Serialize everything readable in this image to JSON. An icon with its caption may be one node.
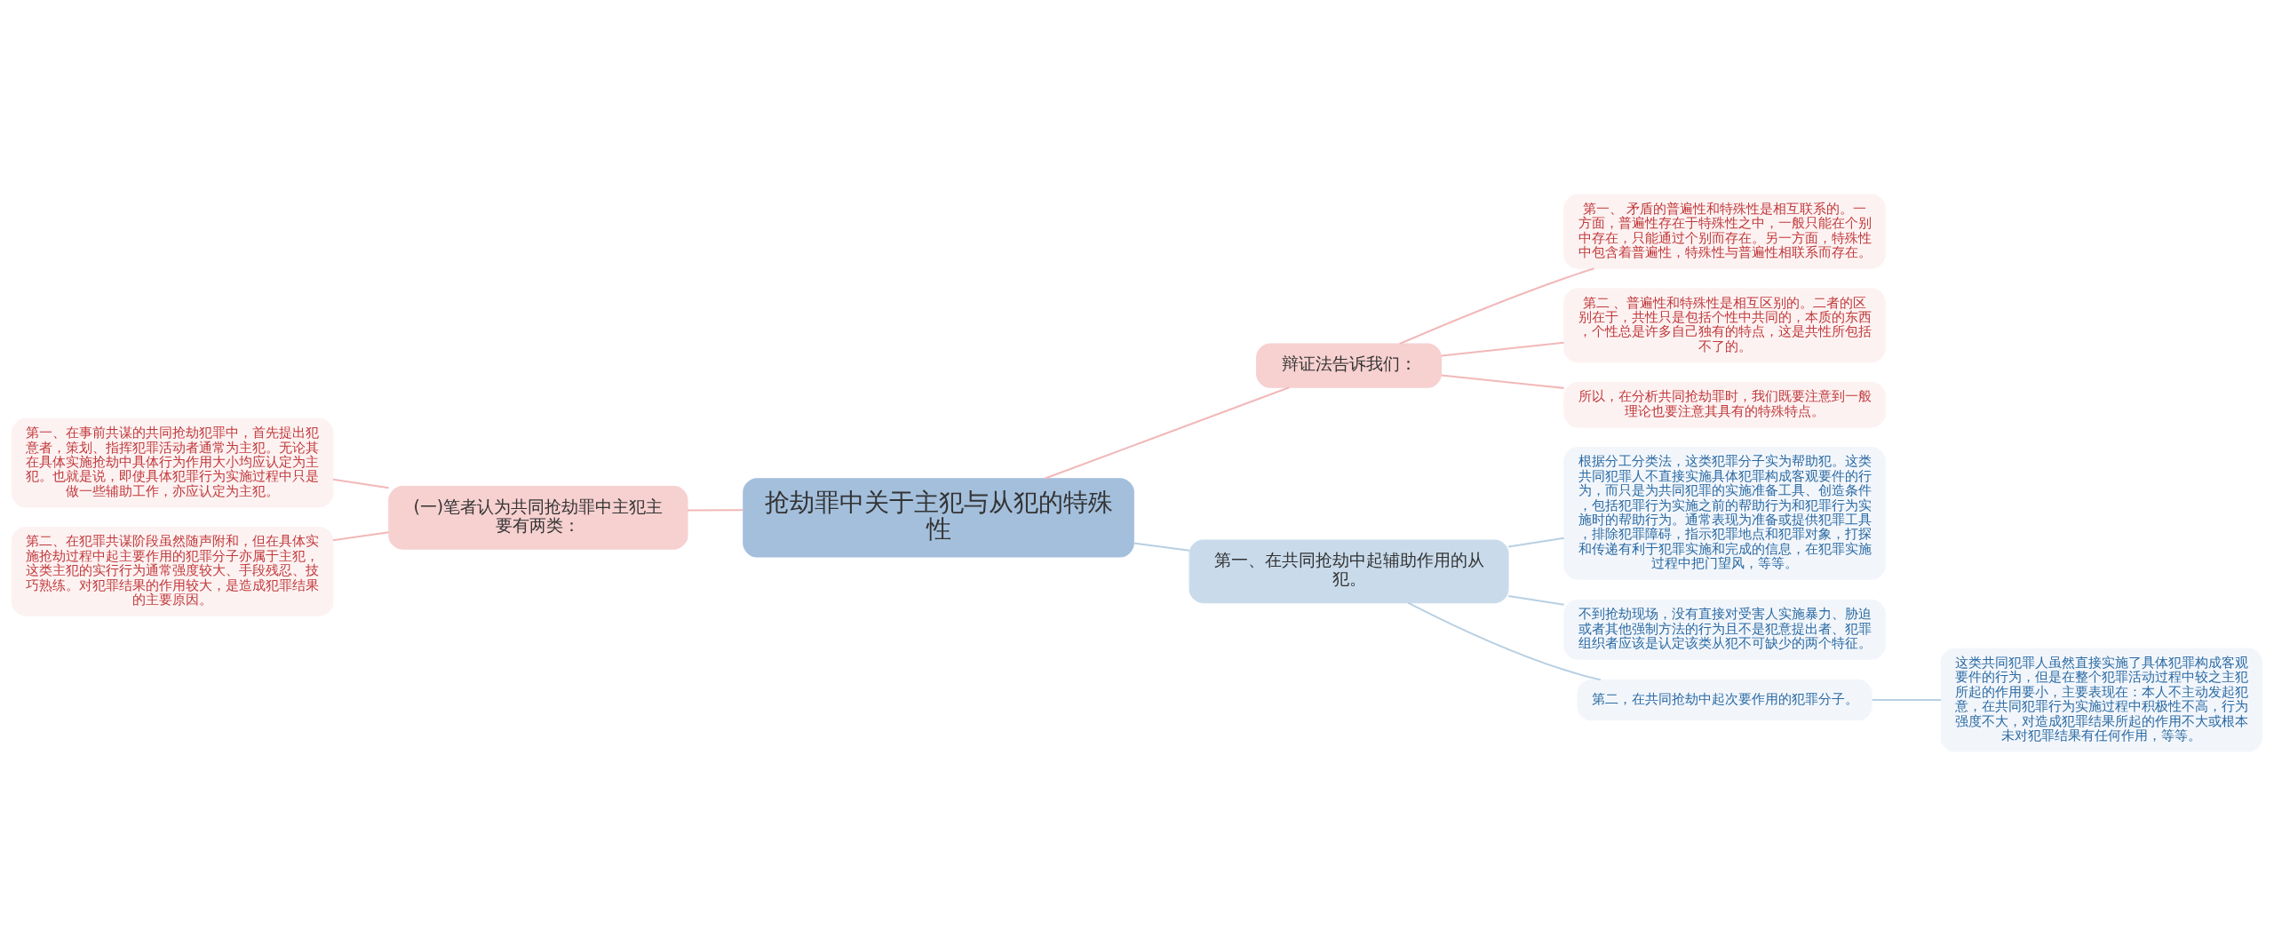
{
  "diagram": {
    "nodes": [
      {
        "text": [
          "抢劫罪中关于主犯与从犯的特殊性"
        ]
      },
      {
        "text": [
          "(一)笔者认为共同抢劫罪中主犯主要有两类："
        ]
      },
      {
        "text": [
          "第一、在事前共谋的共同抢劫犯罪中，首先提出犯意者，策划、指挥犯罪活动者通常为主犯。无论其在具体实施抢劫中具体行为作用大小均应认定为主犯。也就是说，即使具体犯罪行为实施过程中只是做一些辅助工作，亦应认定为主犯。"
        ]
      },
      {
        "text": [
          "第二、在犯罪共谋阶段虽然随声附和，但在具体实施抢劫过程中起主要作用的犯罪分子亦属于主犯，这类主犯的实行行为通常强度较大、手段残忍、技巧熟练。对犯罪结果的作用较大，是造成犯罪结果的主要原因。"
        ]
      },
      {
        "text": [
          "辩证法告诉我们："
        ]
      },
      {
        "text": [
          "第一、 矛盾的普遍性和特殊性是相互联系的。一方面，普遍性存在于特殊性之中，一般只能在个别中存在，只能通过个别而存在。另一方面，特殊性中包含着普遍性，特殊性与普遍性相联系而存在。"
        ]
      },
      {
        "text": [
          "第二 、普遍性和特殊性是相互区别的。二者的区别在于，共性只是包括个性中共同的，本质的东西，个性总是许多自己独有的特点，这是共性所包括不了的。"
        ]
      },
      {
        "text": [
          "所以，在分析共同抢劫罪时，我们既要注意到一般理论也要注意其具有的特殊特点。"
        ]
      },
      {
        "text": [
          "第一、在共同抢劫中起辅助作用的从犯。"
        ]
      },
      {
        "text": [
          "根据分工分类法，这类犯罪分子实为帮助犯。这类共同犯罪人不直接实施具体犯罪构成客观要件的行为，而只是为共同犯罪的实施准备工具、创造条件，包括犯罪行为实施之前的帮助行为和犯罪行为实施时的帮助行为。通常表现为准备或提供犯罪工具，排除犯罪障碍，指示犯罪地点和犯罪对象，打探和传递有利于犯罪实施和完成的信息，在犯罪实施过程中把门望风，等等。"
        ]
      },
      {
        "text": [
          "不到抢劫现场，没有直接对受害人实施暴力、胁迫或者其他强制方法的行为且不是犯意提出者、犯罪组织者应该是认定该类从犯不可缺少的两个特征。"
        ]
      },
      {
        "text": [
          "第二，在共同抢劫中起次要作用的犯罪分子。"
        ]
      },
      {
        "text": [
          "这类共同犯罪人虽然直接实施了具体犯罪构成客观要件的行为，但是在整个犯罪活动过程中较之主犯所起的作用要小，主要表现在：本人不主动发起犯意，在共同犯罪行为实施过程中积极性不高，行为强度不大，对造成犯罪结果所起的作用不大或根本未对犯罪结果有任何作用，等等。"
        ]
      }
    ],
    "edges": [
      {
        "from": 0,
        "to": 1,
        "arrow": "none"
      },
      {
        "from": 1,
        "to": 2,
        "arrow": "none"
      },
      {
        "from": 1,
        "to": 3,
        "arrow": "none"
      },
      {
        "from": 0,
        "to": 4,
        "arrow": "none"
      },
      {
        "from": 4,
        "to": 5,
        "arrow": "none"
      },
      {
        "from": 4,
        "to": 6,
        "arrow": "none"
      },
      {
        "from": 4,
        "to": 7,
        "arrow": "none"
      },
      {
        "from": 0,
        "to": 8,
        "arrow": "none",
        "color": "#b8d0e3"
      },
      {
        "from": 8,
        "to": 9,
        "arrow": "none",
        "color": "#b8d0e3"
      },
      {
        "from": 8,
        "to": 10,
        "arrow": "none",
        "color": "#b8d0e3"
      },
      {
        "from": 8,
        "to": 11,
        "arrow": "none",
        "color": "#b8d0e3"
      },
      {
        "from": 11,
        "to": 12,
        "arrow": "none",
        "color": "#b8d0e3"
      }
    ]
  }
}
